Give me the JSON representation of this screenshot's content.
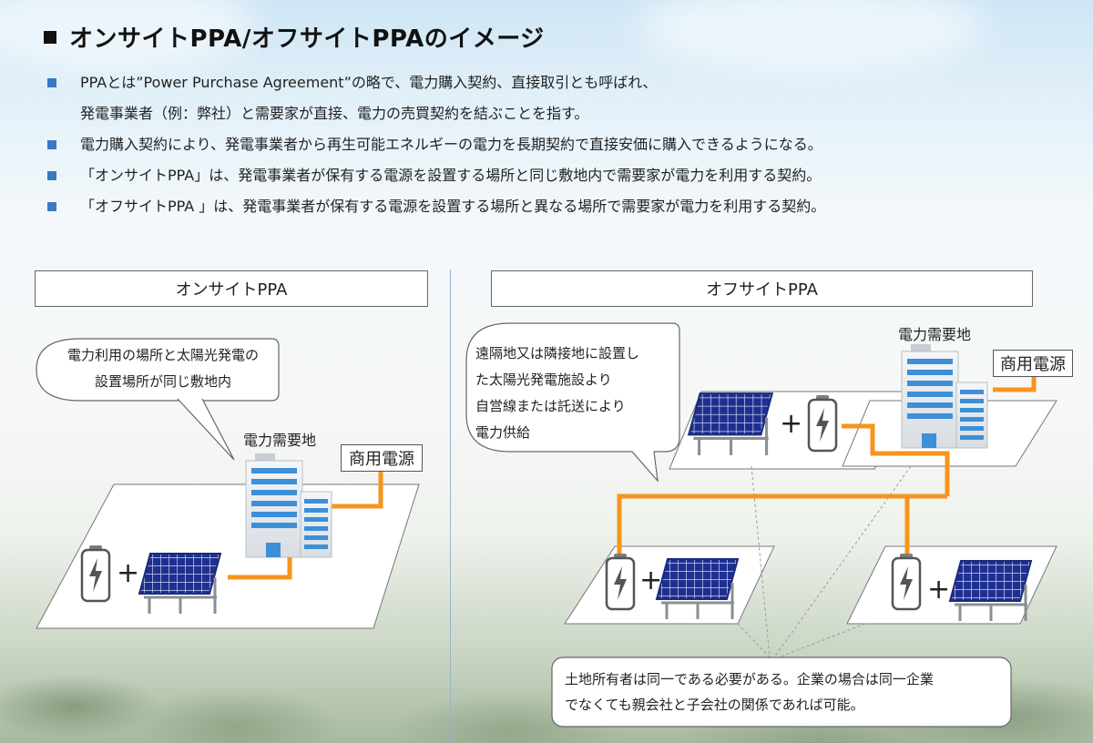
{
  "title": "オンサイトPPA/オフサイトPPAのイメージ",
  "bullets": [
    {
      "line1": "PPAとは”Power Purchase Agreement”の略で、電力購入契約、直接取引とも呼ばれ、",
      "line2": "発電事業者（例：弊社）と需要家が直接、電力の売買契約を結ぶことを指す。"
    },
    {
      "line1": "電力購入契約により、発電事業者から再生可能エネルギーの電力を長期契約で直接安価に購入できるようになる。"
    },
    {
      "line1": "「オンサイトPPA」は、発電事業者が保有する電源を設置する場所と同じ敷地内で需要家が電力を利用する契約。"
    },
    {
      "line1": "「オフサイトPPA 」は、発電事業者が保有する電源を設置する場所と異なる場所で需要家が電力を利用する契約。"
    }
  ],
  "onsite": {
    "header": "オンサイトPPA",
    "bubble_line1": "電力利用の場所と太陽光発電の",
    "bubble_line2": "設置場所が同じ敷地内",
    "demand_label": "電力需要地",
    "commercial_power": "商用電源",
    "plus": "+"
  },
  "offsite": {
    "header": "オフサイトPPA",
    "bubble_line1": "遠隔地又は隣接地に設置し",
    "bubble_line2": "た太陽光発電施設より",
    "bubble_line3": "自営線または託送により",
    "bubble_line4": "電力供給",
    "demand_label": "電力需要地",
    "commercial_power": "商用電源",
    "plus": "+",
    "note_line1": "土地所有者は同一である必要がある。企業の場合は同一企業",
    "note_line2": "でなくても親会社と子会社の関係であれば可能。"
  },
  "colors": {
    "accent_bullet": "#3c78c3",
    "power_line": "#f7941d",
    "panel": "#1f2f8f"
  }
}
